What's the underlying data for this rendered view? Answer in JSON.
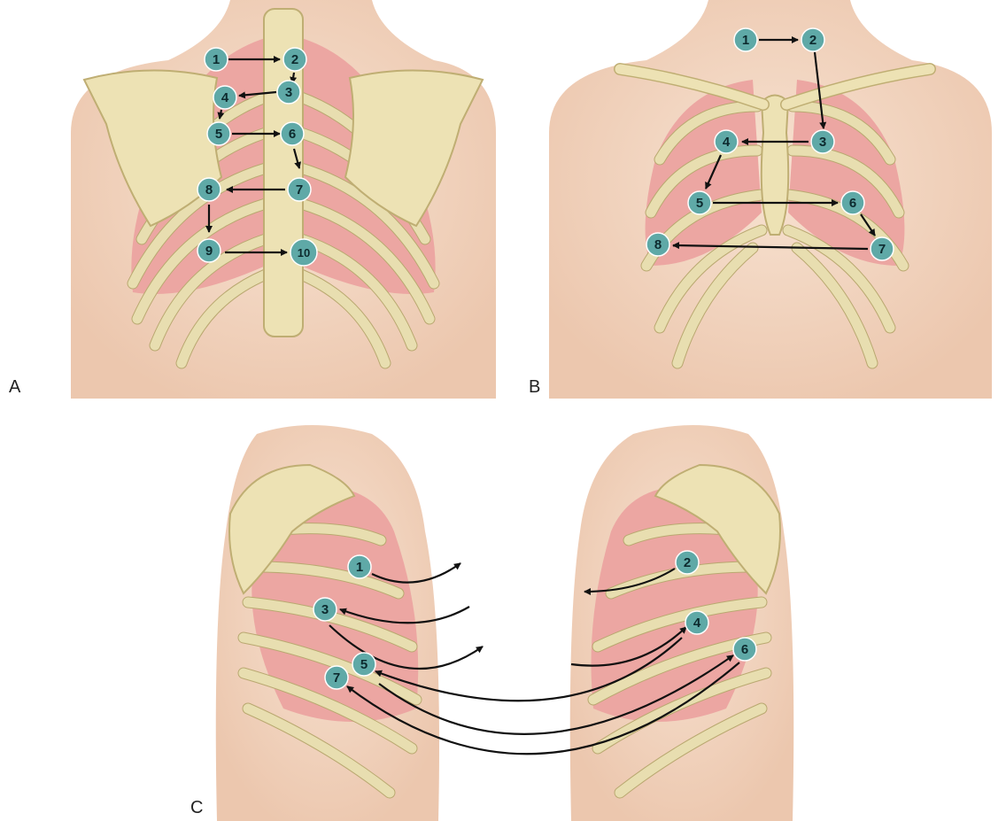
{
  "panels": {
    "a": {
      "letter": "A",
      "markers": [
        "1",
        "2",
        "3",
        "4",
        "5",
        "6",
        "7",
        "8",
        "9",
        "10"
      ]
    },
    "b": {
      "letter": "B",
      "markers": [
        "1",
        "2",
        "3",
        "4",
        "5",
        "6",
        "7",
        "8"
      ]
    },
    "c": {
      "letter": "C",
      "markers": [
        "1",
        "2",
        "3",
        "4",
        "5",
        "6",
        "7"
      ]
    }
  },
  "colors": {
    "skin": "#f4dcc8",
    "skin_shadow": "#e9c3a8",
    "bone": "#ede2b4",
    "bone_edge": "#bfae73",
    "lung": "#eca6a2",
    "marker": "#5fa9a7",
    "arrow": "#111111"
  }
}
